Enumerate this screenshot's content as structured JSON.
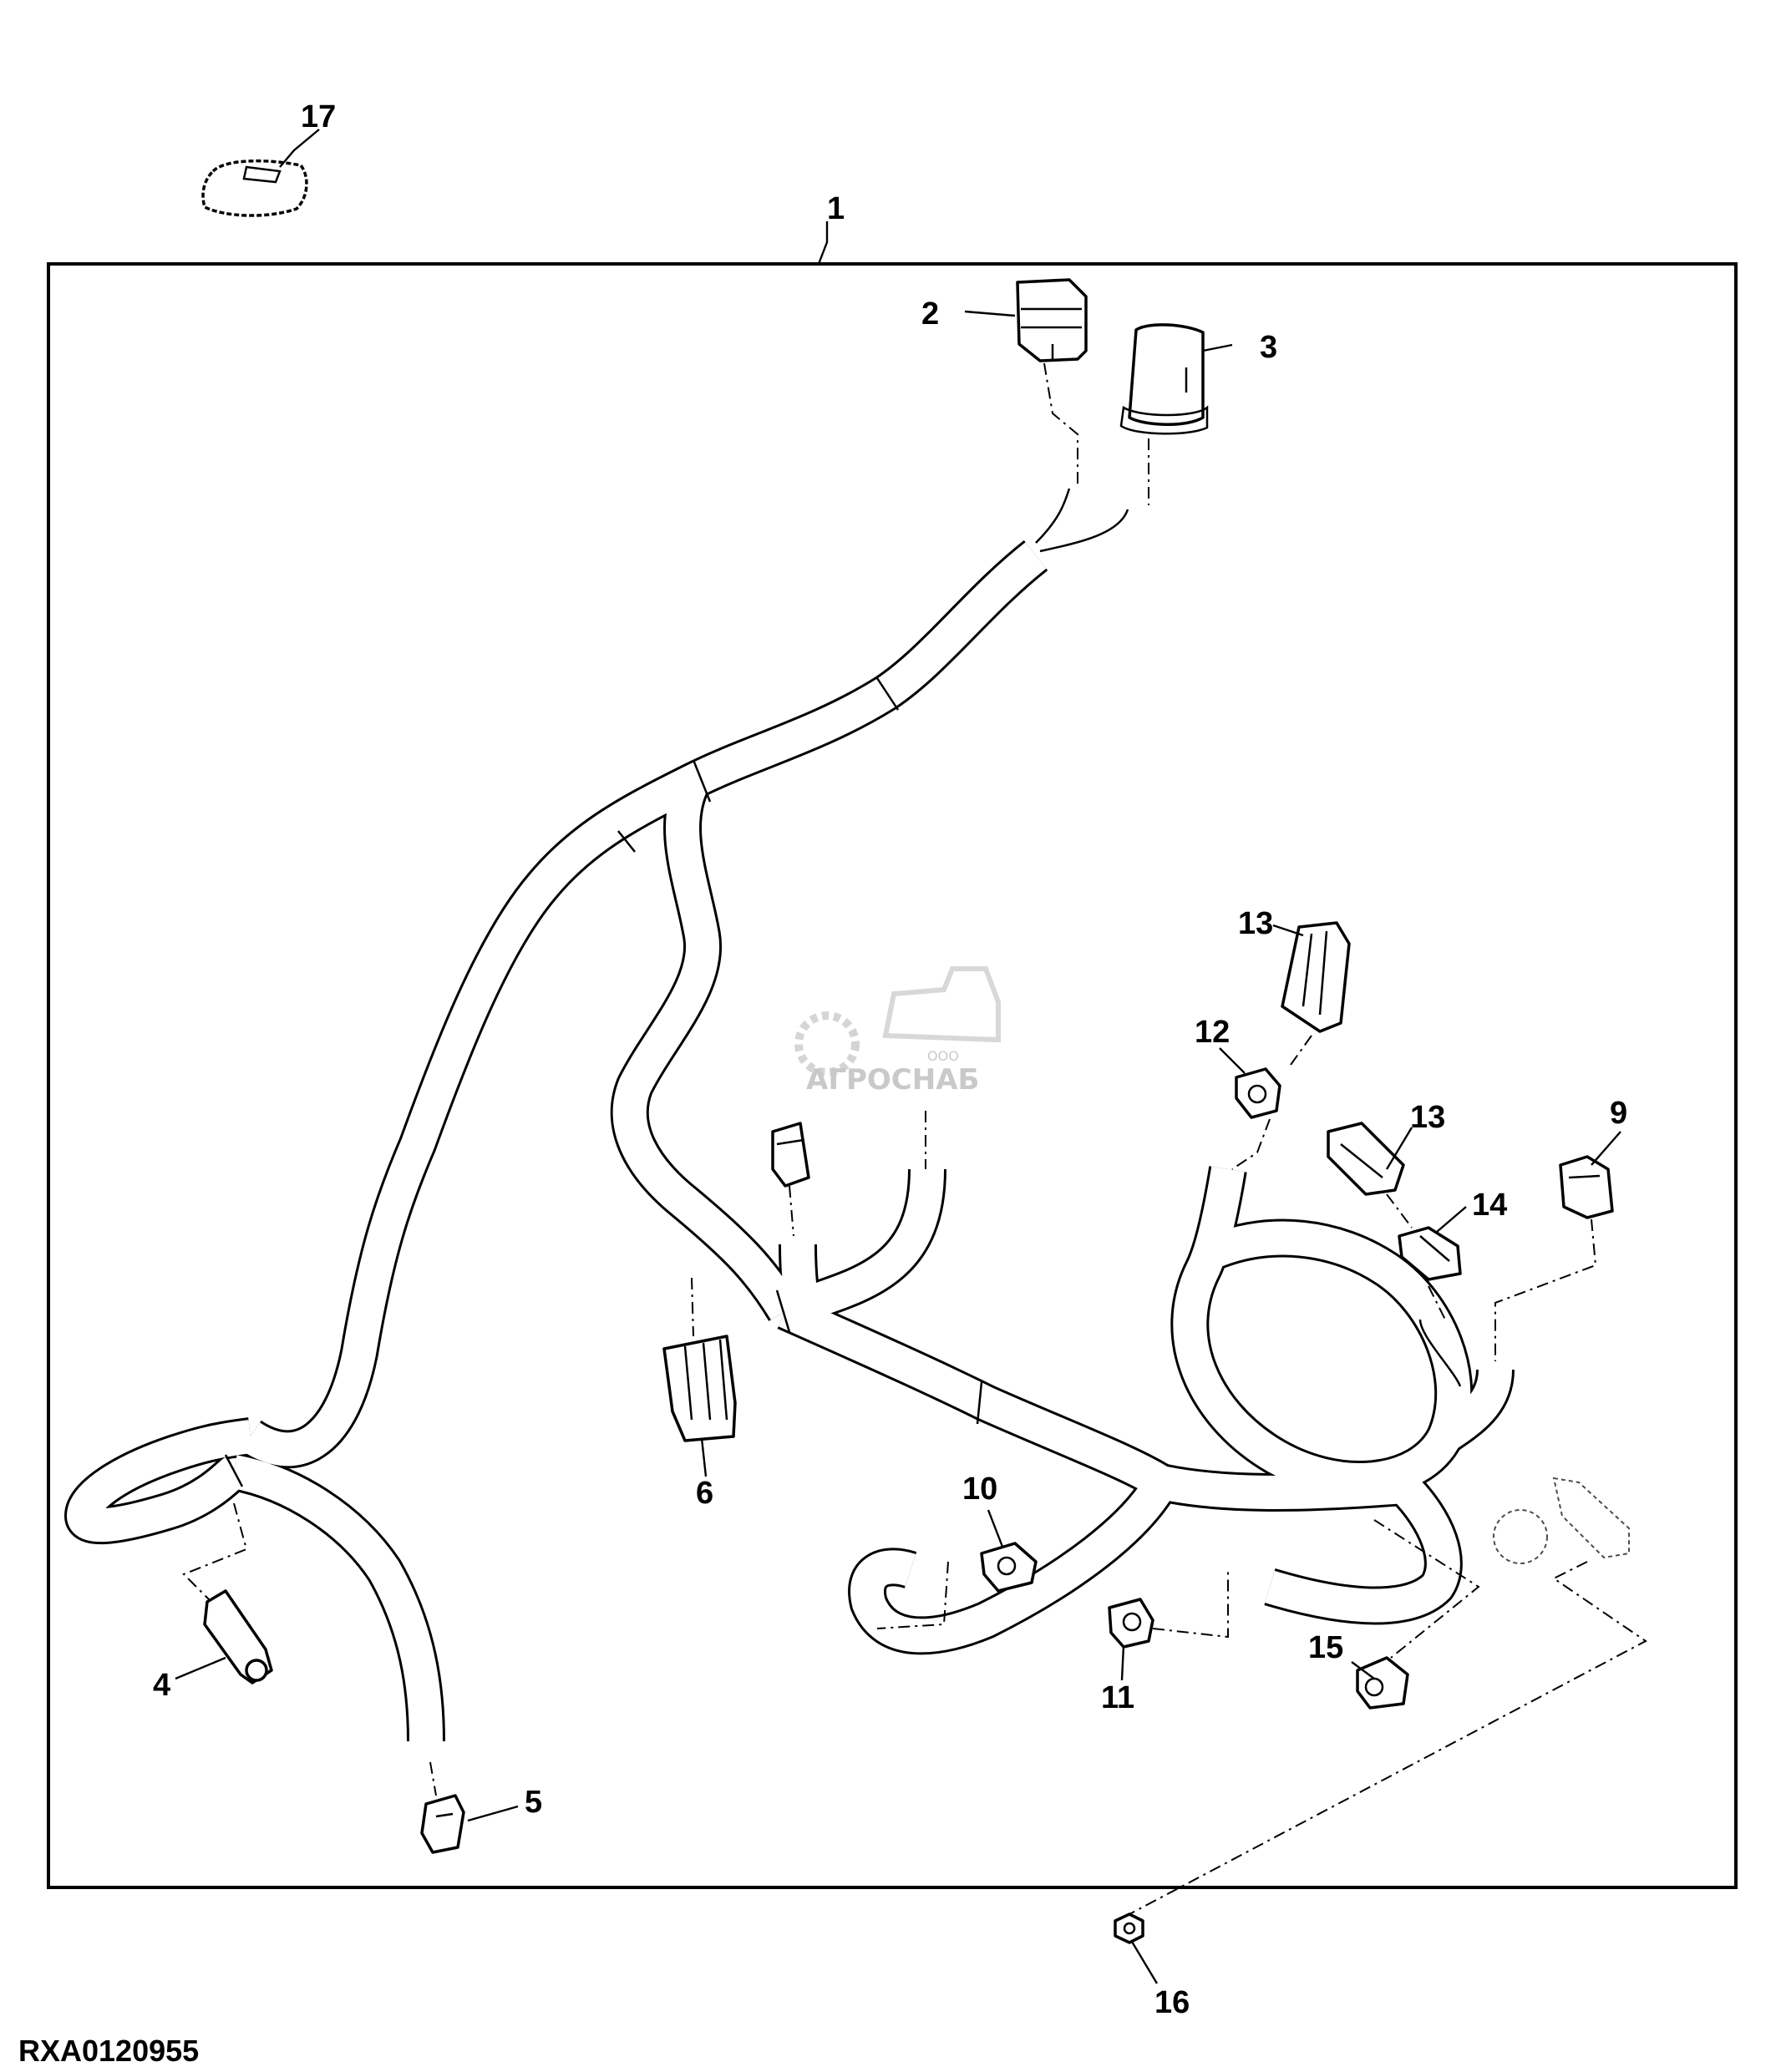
{
  "figure_id": "RXA0120955",
  "watermark": {
    "text": "АГРОСНАБ",
    "prefix": "ООО"
  },
  "callouts": [
    "1",
    "2",
    "3",
    "4",
    "5",
    "6",
    "9",
    "10",
    "11",
    "12",
    "13",
    "13",
    "14",
    "15",
    "16",
    "17"
  ],
  "callout_names": [
    "callout-1",
    "callout-2",
    "callout-3",
    "callout-4",
    "callout-5",
    "callout-6",
    "callout-9",
    "callout-10",
    "callout-11",
    "callout-12",
    "callout-13-upper",
    "callout-13-lower",
    "callout-14",
    "callout-15",
    "callout-16",
    "callout-17"
  ]
}
